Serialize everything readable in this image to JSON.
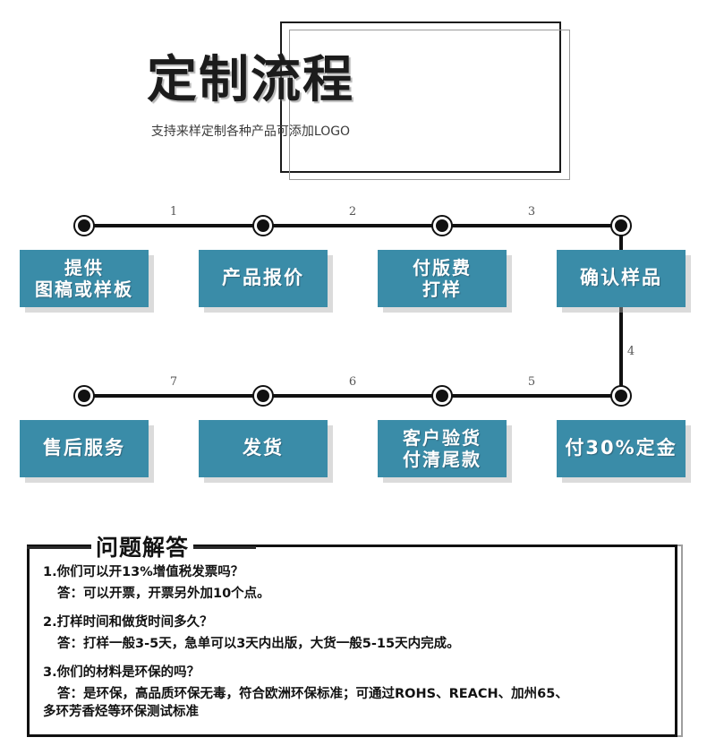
{
  "header": {
    "title": "定制流程",
    "subtitle": "支持来样定制各种产品可添加LOGO"
  },
  "colors": {
    "box_teal": "#3A8CA8",
    "line_black": "#111111",
    "shadow_gray": "#AFAFAF"
  },
  "flow": {
    "row1": [
      {
        "label_line1": "提供",
        "label_line2": "图稿或样板"
      },
      {
        "label_line1": "产品报价",
        "label_line2": ""
      },
      {
        "label_line1": "付版费",
        "label_line2": "打样"
      },
      {
        "label_line1": "确认样品",
        "label_line2": ""
      }
    ],
    "row2": [
      {
        "label_line1": "售后服务",
        "label_line2": ""
      },
      {
        "label_line1": "发货",
        "label_line2": ""
      },
      {
        "label_line1": "客户验货",
        "label_line2": "付清尾款"
      },
      {
        "label_line1": "付30%定金",
        "label_line2": ""
      }
    ],
    "step_numbers": {
      "s1": "1",
      "s2": "2",
      "s3": "3",
      "s4": "4",
      "s5": "5",
      "s6": "6",
      "s7": "7"
    }
  },
  "faq": {
    "title": "问题解答",
    "items": [
      {
        "question": "1.你们可以开13%增值税发票吗？",
        "answer": "答：可以开票，开票另外加10个点。",
        "answer_cont": ""
      },
      {
        "question": "2.打样时间和做货时间多久？",
        "answer": "答：打样一般3-5天，急单可以3天内出版，大货一般5-15天内完成。",
        "answer_cont": ""
      },
      {
        "question": "3.你们的材料是环保的吗？",
        "answer": "答：是环保，高品质环保无毒，符合欧洲环保标准；可通过ROHS、REACH、加州65、",
        "answer_cont": "多环芳香烃等环保测试标准"
      }
    ]
  }
}
